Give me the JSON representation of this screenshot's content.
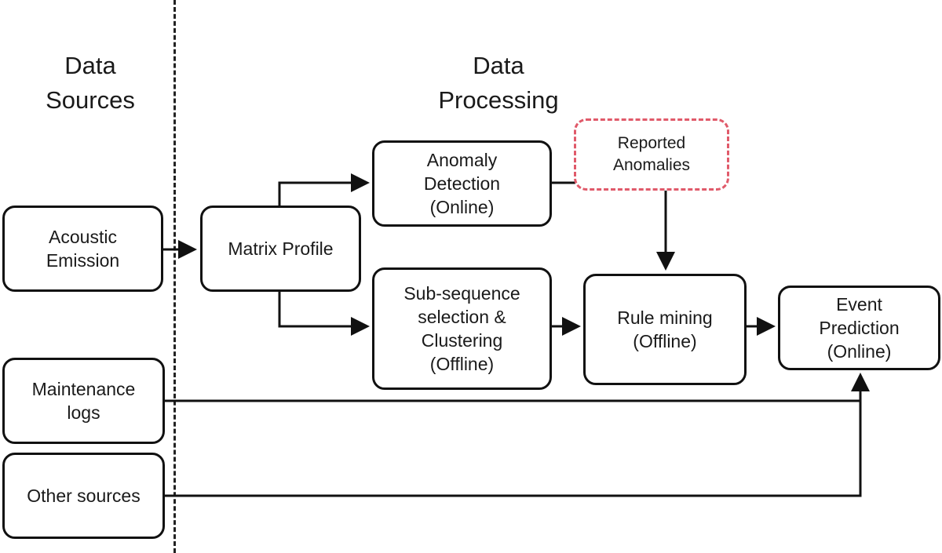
{
  "headings": {
    "data_sources": "Data\nSources",
    "data_processing": "Data\nProcessing"
  },
  "nodes": {
    "acoustic_emission": "Acoustic\nEmission",
    "maintenance_logs": "Maintenance\nlogs",
    "other_sources": "Other sources",
    "matrix_profile": "Matrix Profile",
    "anomaly_detection": "Anomaly\nDetection\n(Online)",
    "subsequence_clustering": "Sub-sequence\nselection &\nClustering\n(Offline)",
    "reported_anomalies": "Reported\nAnomalies",
    "rule_mining": "Rule mining\n(Offline)",
    "event_prediction": "Event\nPrediction\n(Online)"
  },
  "colors": {
    "stroke": "#111111",
    "reported_border": "#e05a6a",
    "divider": "#222222",
    "background": "#ffffff"
  }
}
